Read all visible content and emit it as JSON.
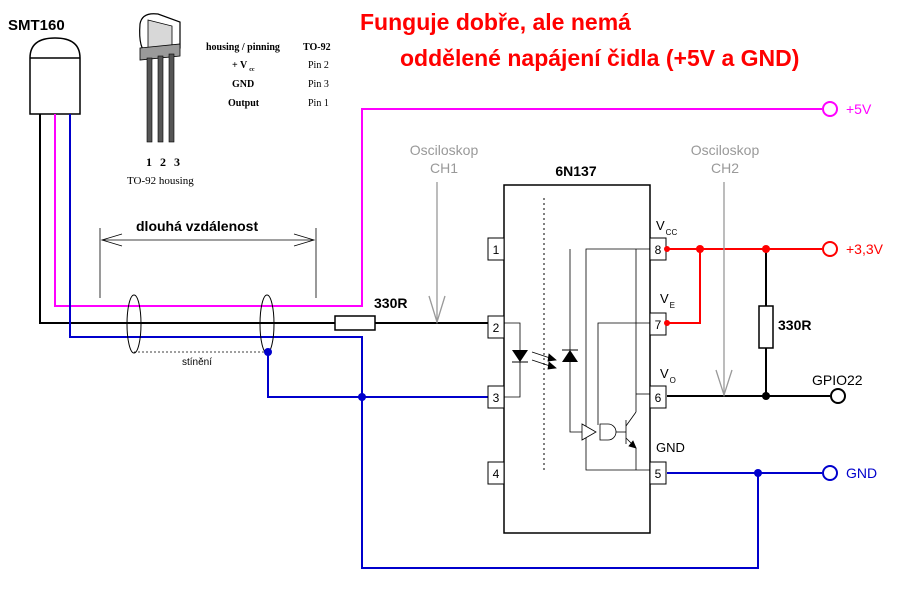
{
  "title": {
    "line1": "Funguje dobře, ale nemá",
    "line2": "oddělené napájení čidla (+5V a GND)"
  },
  "sensor": {
    "name": "SMT160",
    "pin_numbers": [
      "1",
      "2",
      "3"
    ],
    "housing_caption": "TO-92 housing",
    "pinout_table": {
      "header": [
        "housing / pinning",
        "TO-92"
      ],
      "rows": [
        {
          "signal": "+ V",
          "sub": "cc",
          "pin": "Pin 2"
        },
        {
          "signal": "GND",
          "sub": "",
          "pin": "Pin 3"
        },
        {
          "signal": "Output",
          "sub": "",
          "pin": "Pin 1"
        }
      ]
    }
  },
  "cable": {
    "label": "dlouhá vzdálenost",
    "shield_label": "stínění"
  },
  "resistor_input": "330R",
  "resistor_pullup": "330R",
  "ic": {
    "name": "6N137",
    "left_pins": [
      "1",
      "2",
      "3",
      "4"
    ],
    "right_pins": [
      "8",
      "7",
      "6",
      "5"
    ],
    "pin_labels": {
      "vcc": {
        "main": "V",
        "sub": "CC"
      },
      "ve": {
        "main": "V",
        "sub": "E"
      },
      "vo": {
        "main": "V",
        "sub": "O"
      },
      "gnd": "GND"
    }
  },
  "probes": {
    "ch1": {
      "line1": "Osciloskop",
      "line2": "CH1"
    },
    "ch2": {
      "line1": "Osciloskop",
      "line2": "CH2"
    }
  },
  "terminals": {
    "plus5v": "+5V",
    "plus3v3": "+3,3V",
    "gpio": "GPIO22",
    "gnd": "GND"
  },
  "colors": {
    "title": "#ff0000",
    "supply_5v": "#ff00ff",
    "supply_3v3": "#ff0000",
    "ground": "#0000cc",
    "signal": "#000000",
    "probe": "#999999"
  }
}
